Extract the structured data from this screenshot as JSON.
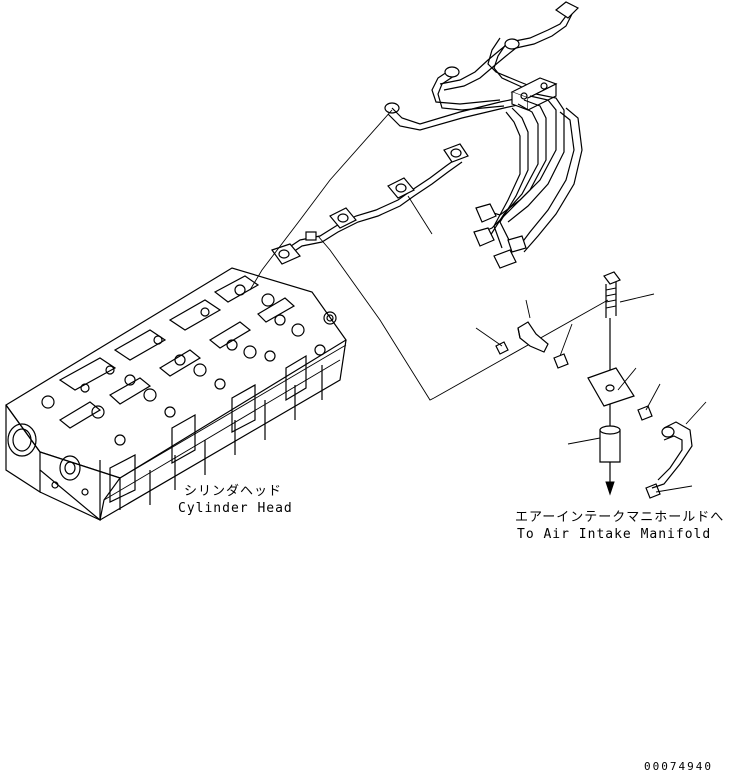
{
  "labels": {
    "cylinder_head_jp": "シリンダヘッド",
    "cylinder_head_en": "Cylinder Head",
    "manifold_jp": "エアーインテークマニホールドへ",
    "manifold_en": "To Air Intake Manifold"
  },
  "reference_number": "00074940"
}
